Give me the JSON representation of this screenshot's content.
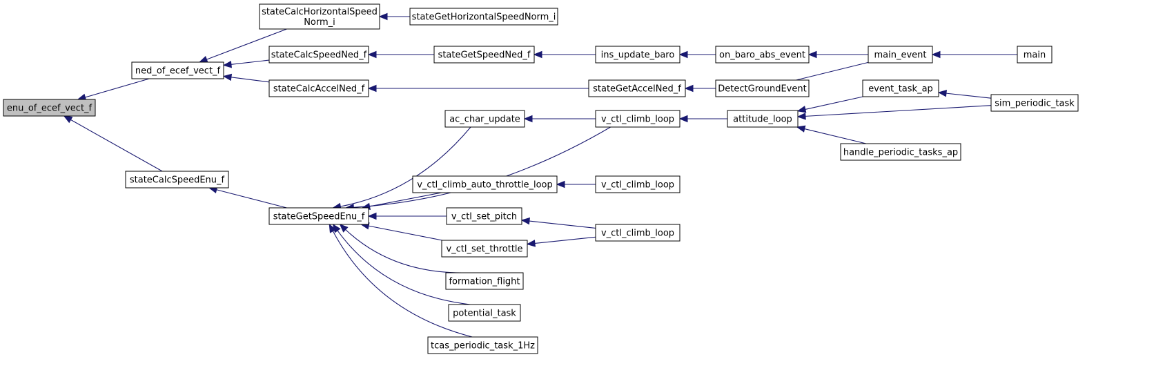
{
  "graph": {
    "nodes": [
      {
        "id": "enu_of_ecef",
        "lines": [
          "enu_of_ecef_vect_f"
        ],
        "highlight": true
      },
      {
        "id": "ned_of_ecef",
        "lines": [
          "ned_of_ecef_vect_f"
        ]
      },
      {
        "id": "calcHoriz",
        "lines": [
          "stateCalcHorizontalSpeed",
          "Norm_i"
        ]
      },
      {
        "id": "getHoriz",
        "lines": [
          "stateGetHorizontalSpeedNorm_i"
        ]
      },
      {
        "id": "calcSpeedNed",
        "lines": [
          "stateCalcSpeedNed_f"
        ]
      },
      {
        "id": "getSpeedNed",
        "lines": [
          "stateGetSpeedNed_f"
        ]
      },
      {
        "id": "insBaro",
        "lines": [
          "ins_update_baro"
        ]
      },
      {
        "id": "onBaro",
        "lines": [
          "on_baro_abs_event"
        ]
      },
      {
        "id": "mainEvent",
        "lines": [
          "main_event"
        ]
      },
      {
        "id": "main",
        "lines": [
          "main"
        ]
      },
      {
        "id": "calcAccelNed",
        "lines": [
          "stateCalcAccelNed_f"
        ]
      },
      {
        "id": "getAccelNed",
        "lines": [
          "stateGetAccelNed_f"
        ]
      },
      {
        "id": "detectGround",
        "lines": [
          "DetectGroundEvent"
        ]
      },
      {
        "id": "eventTask",
        "lines": [
          "event_task_ap"
        ]
      },
      {
        "id": "simPeriodic",
        "lines": [
          "sim_periodic_task"
        ]
      },
      {
        "id": "attLoop",
        "lines": [
          "attitude_loop"
        ]
      },
      {
        "id": "handlePeriodic",
        "lines": [
          "handle_periodic_tasks_ap"
        ]
      },
      {
        "id": "acChar",
        "lines": [
          "ac_char_update"
        ]
      },
      {
        "id": "vClimb1",
        "lines": [
          "v_ctl_climb_loop"
        ]
      },
      {
        "id": "calcSpeedEnu",
        "lines": [
          "stateCalcSpeedEnu_f"
        ]
      },
      {
        "id": "getSpeedEnu",
        "lines": [
          "stateGetSpeedEnu_f"
        ]
      },
      {
        "id": "autoThrottle",
        "lines": [
          "v_ctl_climb_auto_throttle_loop"
        ]
      },
      {
        "id": "vClimb2",
        "lines": [
          "v_ctl_climb_loop"
        ]
      },
      {
        "id": "setPitch",
        "lines": [
          "v_ctl_set_pitch"
        ]
      },
      {
        "id": "vClimb3",
        "lines": [
          "v_ctl_climb_loop"
        ]
      },
      {
        "id": "setThrottle",
        "lines": [
          "v_ctl_set_throttle"
        ]
      },
      {
        "id": "formation",
        "lines": [
          "formation_flight"
        ]
      },
      {
        "id": "potential",
        "lines": [
          "potential_task"
        ]
      },
      {
        "id": "tcas",
        "lines": [
          "tcas_periodic_task_1Hz"
        ]
      }
    ],
    "edges": [
      {
        "from": "ned_of_ecef",
        "to": "enu_of_ecef"
      },
      {
        "from": "calcSpeedEnu",
        "to": "enu_of_ecef"
      },
      {
        "from": "calcHoriz",
        "to": "ned_of_ecef"
      },
      {
        "from": "calcSpeedNed",
        "to": "ned_of_ecef"
      },
      {
        "from": "calcAccelNed",
        "to": "ned_of_ecef"
      },
      {
        "from": "getHoriz",
        "to": "calcHoriz"
      },
      {
        "from": "getSpeedNed",
        "to": "calcSpeedNed"
      },
      {
        "from": "insBaro",
        "to": "getSpeedNed"
      },
      {
        "from": "onBaro",
        "to": "insBaro"
      },
      {
        "from": "mainEvent",
        "to": "onBaro"
      },
      {
        "from": "main",
        "to": "mainEvent"
      },
      {
        "from": "getAccelNed",
        "to": "calcAccelNed"
      },
      {
        "from": "detectGround",
        "to": "getAccelNed"
      },
      {
        "from": "detectGround",
        "to": "mainEvent",
        "noArrow": true
      },
      {
        "from": "eventTask",
        "to": "attLoop"
      },
      {
        "from": "simPeriodic",
        "to": "attLoop"
      },
      {
        "from": "handlePeriodic",
        "to": "attLoop"
      },
      {
        "from": "simPeriodic",
        "to": "eventTask"
      },
      {
        "from": "attLoop",
        "to": "vClimb1"
      },
      {
        "from": "vClimb1",
        "to": "acChar"
      },
      {
        "from": "getSpeedEnu",
        "to": "calcSpeedEnu"
      },
      {
        "from": "acChar",
        "to": "getSpeedEnu",
        "curve": -0.18
      },
      {
        "from": "vClimb1",
        "to": "getSpeedEnu",
        "curve": -0.12
      },
      {
        "from": "autoThrottle",
        "to": "getSpeedEnu"
      },
      {
        "from": "setPitch",
        "to": "getSpeedEnu"
      },
      {
        "from": "setThrottle",
        "to": "getSpeedEnu"
      },
      {
        "from": "formation",
        "to": "getSpeedEnu",
        "curve": -0.2
      },
      {
        "from": "potential",
        "to": "getSpeedEnu",
        "curve": -0.22
      },
      {
        "from": "tcas",
        "to": "getSpeedEnu",
        "curve": -0.22
      },
      {
        "from": "vClimb2",
        "to": "autoThrottle"
      },
      {
        "from": "vClimb3",
        "to": "setPitch"
      },
      {
        "from": "vClimb3",
        "to": "setThrottle"
      }
    ]
  }
}
